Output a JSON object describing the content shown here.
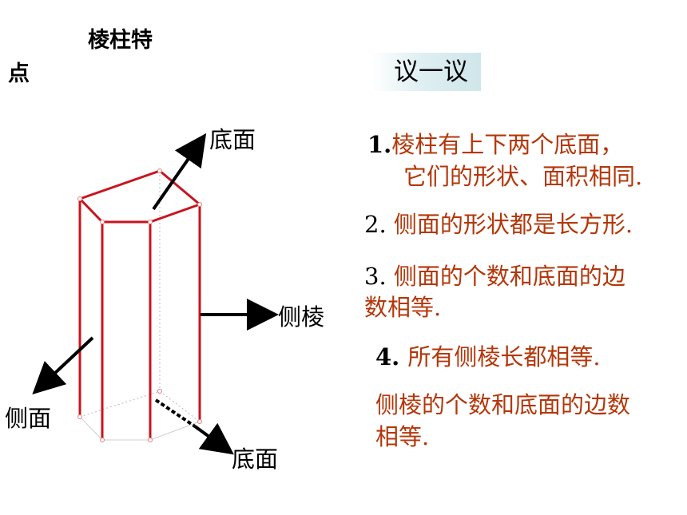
{
  "heading": {
    "line1": "棱柱特",
    "line2": "点"
  },
  "discuss_label": "议一议",
  "diagram": {
    "label_top_base": "底面",
    "label_lateral_edge": "侧棱",
    "label_lateral_face": "侧面",
    "label_bottom_base": "底面"
  },
  "points": [
    {
      "num": "1.",
      "text_line1": "棱柱有上下两个底面，",
      "text_line2": "它们的形状、面积相同."
    },
    {
      "num": "2. ",
      "text": "侧面的形状都是长方形."
    },
    {
      "num": "3. ",
      "text_line1": "侧面的个数和底面的边",
      "text_line2": "数相等."
    },
    {
      "num": "4. ",
      "text": "所有侧棱长都相等."
    },
    {
      "text_line1": "侧棱的个数和底面的边数",
      "text_line2": "相等."
    }
  ],
  "colors": {
    "accent_text": "#b3370a",
    "edge": "#c8141e"
  }
}
